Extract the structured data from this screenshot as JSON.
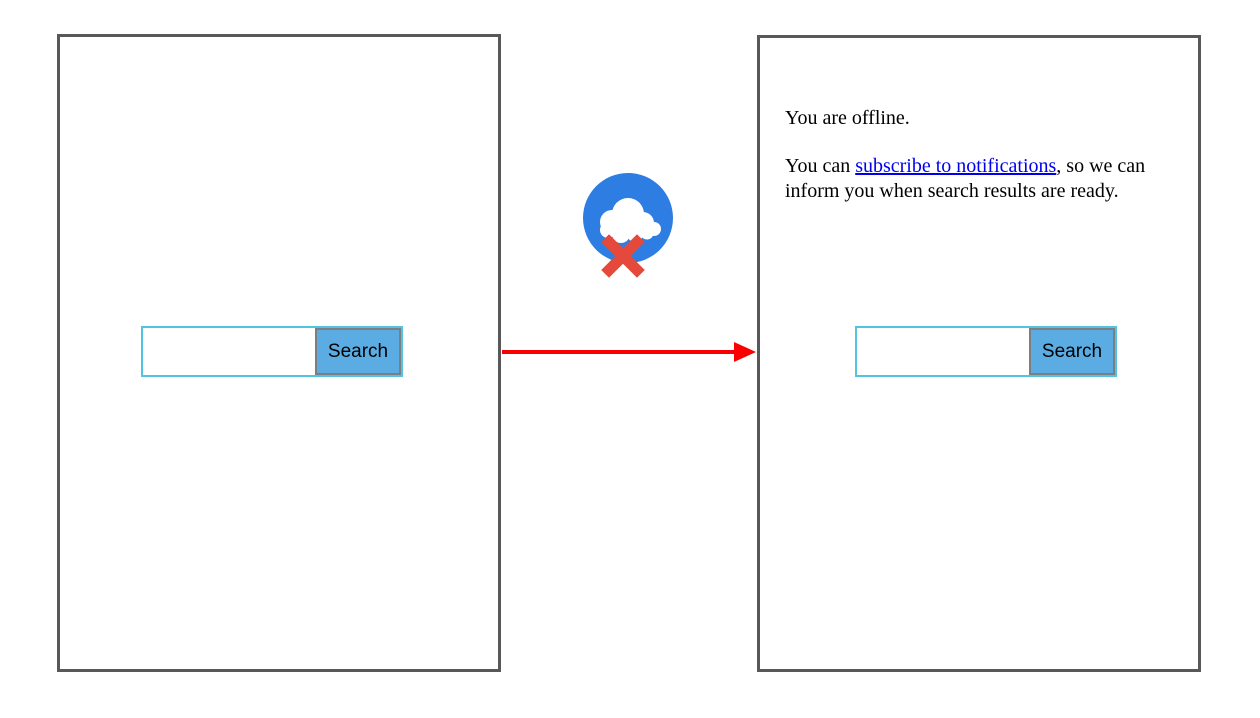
{
  "diagram": {
    "left_panel": {
      "search": {
        "input_value": "",
        "button_label": "Search"
      }
    },
    "right_panel": {
      "offline_text": "You are offline.",
      "notify_before": "You can ",
      "notify_link": "subscribe to notifications",
      "notify_after": ", so we can inform you when search results are ready.",
      "search": {
        "input_value": "",
        "button_label": "Search"
      }
    },
    "icons": {
      "offline_cloud": "cloud-with-error-x",
      "flow_arrow": "red-right-arrow"
    },
    "colors": {
      "frame_border": "#58585a",
      "arrow_red": "#fa0000",
      "x_red": "#e4493b",
      "circle_blue": "#2e7de2",
      "button_bg": "#5bace2",
      "button_border": "#7e7e7e",
      "input_border": "#52c3e1",
      "link_blue": "#0000ee",
      "text_black": "#000000"
    }
  }
}
